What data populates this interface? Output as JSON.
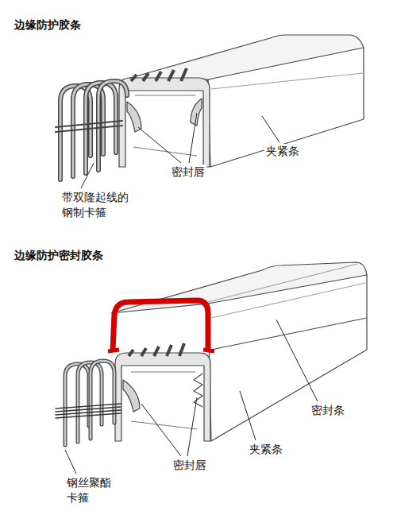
{
  "diagram": {
    "labels": [
      "边缘防护胶条",
      "夹紧条",
      "密封唇",
      "带双隆起线的 钢制卡箍",
      "边缘防护密封胶条",
      "密封条",
      "夹紧条",
      "密封唇",
      "钢丝聚酯 卡箍"
    ]
  }
}
